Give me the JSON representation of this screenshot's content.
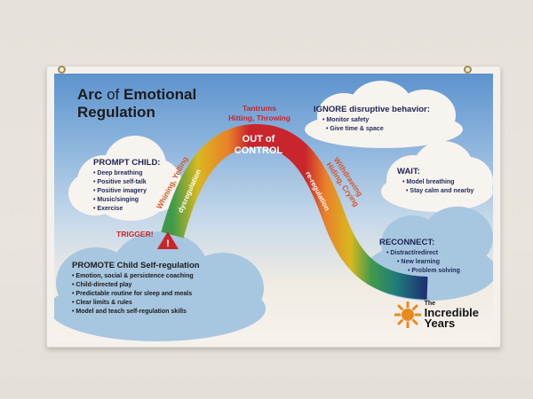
{
  "poster": {
    "title_part1": "Arc",
    "title_of": "of",
    "title_part2": "Emotional",
    "title_line2": "Regulation",
    "arc": {
      "peak_label_line1": "OUT of",
      "peak_label_line2": "CONTROL",
      "peak_behaviors_line1": "Tantrums",
      "peak_behaviors_line2": "Hitting, Throwing",
      "rise_label": "dysregulation",
      "rise_behaviors": "Whining, Yelling",
      "fall_label": "re-regulation",
      "fall_behaviors_line1": "Withdrawing",
      "fall_behaviors_line2": "Hiding, Crying",
      "trigger_label": "TRIGGER!",
      "colors": {
        "red": "#c8262c",
        "orange": "#e9802a",
        "yellow": "#d9b81e",
        "green": "#3f9a4c",
        "teal": "#1f7b7a",
        "navy": "#1d2e72"
      }
    },
    "prompt_child": {
      "heading": "PROMPT CHILD:",
      "items": [
        "Deep breathing",
        "Positive self-talk",
        "Positive imagery",
        "Music/singing",
        "Exercise"
      ]
    },
    "ignore": {
      "heading_bold": "IGNORE",
      "heading_rest": "disruptive behavior:",
      "items": [
        "Monitor safety",
        "Give time & space"
      ]
    },
    "wait": {
      "heading": "WAIT:",
      "items": [
        "Model breathing",
        "Stay calm and nearby"
      ]
    },
    "reconnect": {
      "heading": "RECONNECT:",
      "items": [
        "Distract/redirect",
        "New learning",
        "Problem solving"
      ]
    },
    "promote": {
      "heading": "PROMOTE Child Self-regulation",
      "items": [
        "Emotion, social & persistence coaching",
        "Child-directed play",
        "Predictable routine for sleep and meals",
        "Clear limits & rules",
        "Model and teach self-regulation skills"
      ]
    },
    "logo": {
      "the": "The",
      "line1": "Incredible",
      "line2": "Years",
      "sun_color": "#e8891f"
    }
  }
}
